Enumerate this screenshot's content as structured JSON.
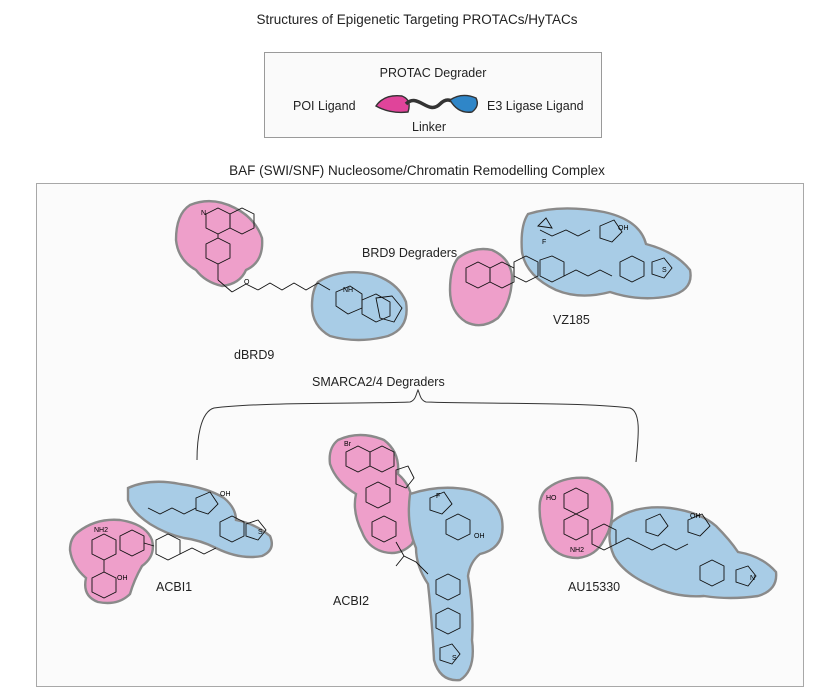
{
  "title": "Structures of Epigenetic Targeting PROTACs/HyTACs",
  "legend": {
    "title": "PROTAC Degrader",
    "poi_label": "POI Ligand",
    "e3_label": "E3 Ligase Ligand",
    "linker_label": "Linker",
    "poi_color": "#e0449a",
    "e3_color": "#2f86c8"
  },
  "section_title": "BAF (SWI/SNF) Nucleosome/Chromatin Remodelling Complex",
  "groups": {
    "brd9": "BRD9 Degraders",
    "smarca": "SMARCA2/4 Degraders"
  },
  "compounds": {
    "dbrd9": "dBRD9",
    "vz185": "VZ185",
    "acbi1": "ACBI1",
    "acbi2": "ACBI2",
    "au15330": "AU15330"
  },
  "atom_labels": {
    "oh": "OH",
    "nh": "NH",
    "nh2": "NH2",
    "ho": "HO",
    "br": "Br",
    "f": "F",
    "s": "S",
    "n": "N",
    "o": "O"
  },
  "colors": {
    "poi_blob": "#ee9fca",
    "e3_blob": "#a8cce6",
    "blob_border": "#8a8a8a"
  }
}
